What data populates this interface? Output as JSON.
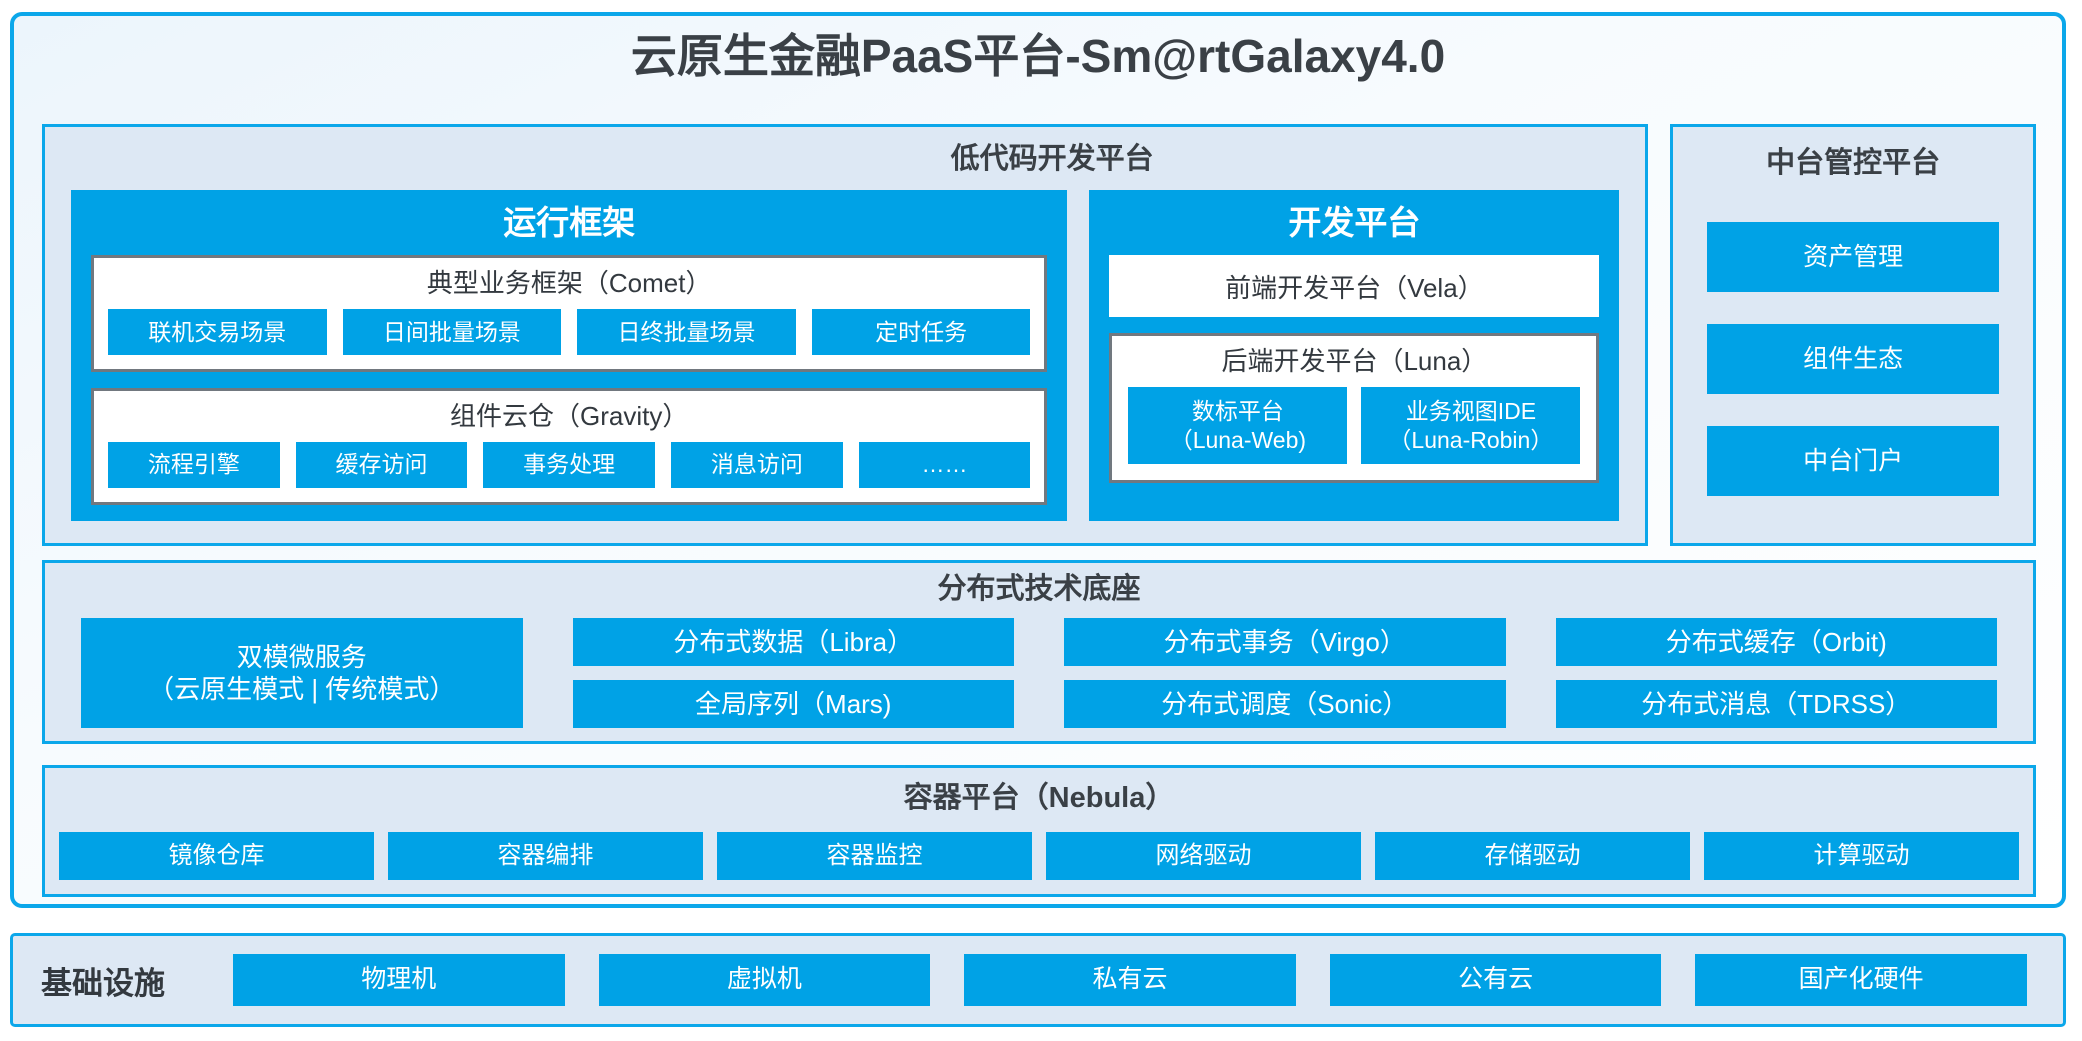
{
  "title": "云原生金融PaaS平台-Sm@rtGalaxy4.0",
  "colors": {
    "primary_blue": "#00a2e6",
    "border_blue": "#0ba7ea",
    "panel_background": "#dde8f4",
    "gray_border": "#71787f",
    "dark_text": "#3a4046",
    "white_text": "#ffffff"
  },
  "lowcode": {
    "header": "低代码开发平台",
    "runtime": {
      "title": "运行框架",
      "comet": {
        "title": "典型业务框架（Comet）",
        "items": [
          "联机交易场景",
          "日间批量场景",
          "日终批量场景",
          "定时任务"
        ]
      },
      "gravity": {
        "title": "组件云仓（Gravity）",
        "items": [
          "流程引擎",
          "缓存访问",
          "事务处理",
          "消息访问",
          "……"
        ]
      }
    },
    "dev": {
      "title": "开发平台",
      "vela": "前端开发平台（Vela）",
      "luna": {
        "title": "后端开发平台（Luna）",
        "items": [
          {
            "line1": "数标平台",
            "line2": "（Luna-Web)"
          },
          {
            "line1": "业务视图IDE",
            "line2": "（Luna-Robin）"
          }
        ]
      }
    }
  },
  "midplatform": {
    "header": "中台管控平台",
    "items": [
      "资产管理",
      "组件生态",
      "中台门户"
    ]
  },
  "distributed": {
    "header": "分布式技术底座",
    "tall_item": {
      "line1": "双模微服务",
      "line2": "（云原生模式 | 传统模式）"
    },
    "items": [
      "分布式数据（Libra）",
      "分布式事务（Virgo）",
      "分布式缓存（Orbit)",
      "全局序列（Mars)",
      "分布式调度（Sonic）",
      "分布式消息（TDRSS）"
    ]
  },
  "nebula": {
    "header": "容器平台（Nebula）",
    "items": [
      "镜像仓库",
      "容器编排",
      "容器监控",
      "网络驱动",
      "存储驱动",
      "计算驱动"
    ]
  },
  "infrastructure": {
    "label": "基础设施",
    "items": [
      "物理机",
      "虚拟机",
      "私有云",
      "公有云",
      "国产化硬件"
    ]
  }
}
